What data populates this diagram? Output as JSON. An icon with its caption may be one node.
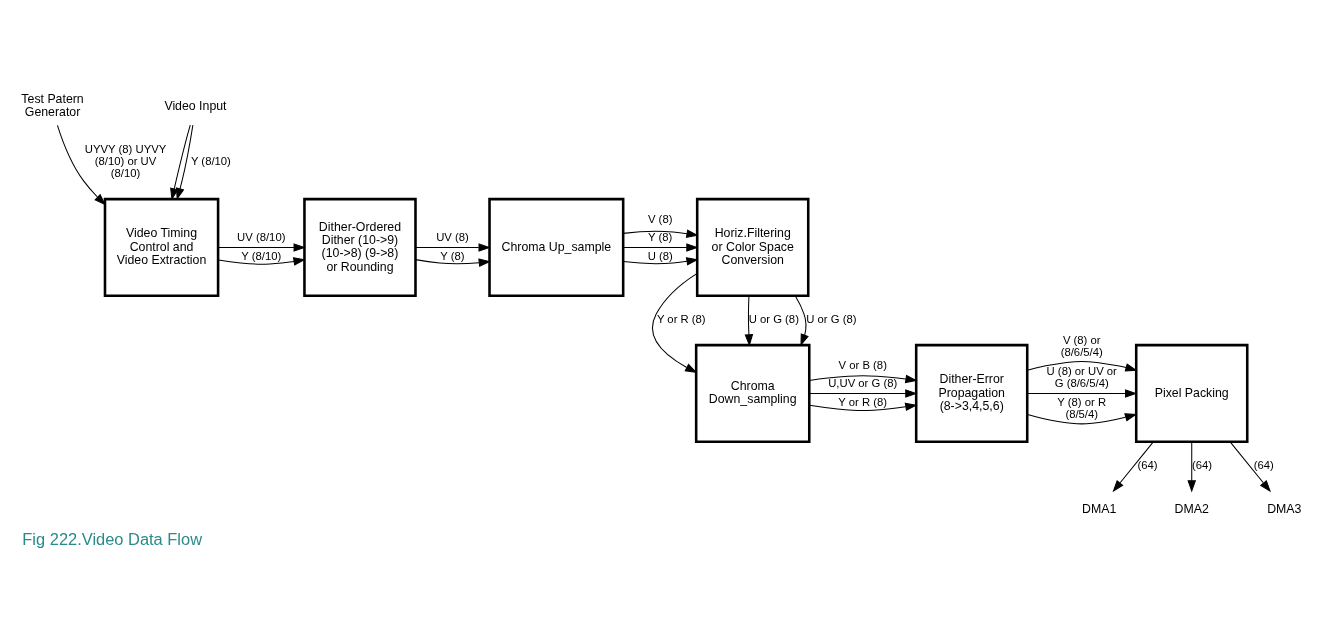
{
  "diagram": {
    "caption": "Fig 222.Video Data Flow",
    "nodes": [
      {
        "text": [
          "Test Patern Generator"
        ]
      },
      {
        "text": [
          "Video Input"
        ]
      },
      {
        "text": [
          "Video Timing Control and Video Extraction"
        ]
      },
      {
        "text": [
          "Dither-Ordered Dither (10->9) (10->8) (9->8) or Rounding"
        ]
      },
      {
        "text": [
          "Chroma Up_sample"
        ]
      },
      {
        "text": [
          "Horiz.Filtering or Color Space Conversion"
        ]
      },
      {
        "text": [
          "Chroma Down_sampling"
        ]
      },
      {
        "text": [
          "Dither-Error Propagation (8->3,4,5,6)"
        ]
      },
      {
        "text": [
          "Pixel Packing"
        ]
      },
      {
        "text": [
          "DMA1"
        ]
      },
      {
        "text": [
          "DMA2"
        ]
      },
      {
        "text": [
          "DMA3"
        ]
      }
    ],
    "edges": [
      {
        "from": 0,
        "to": 2,
        "arrow": "to",
        "label": "UYVY (8) UYVY (8/10) or UV (8/10)"
      },
      {
        "from": 1,
        "to": 2,
        "arrow": "to"
      },
      {
        "from": 1,
        "to": 2,
        "arrow": "to",
        "label": "Y (8/10)"
      },
      {
        "from": 2,
        "to": 3,
        "arrow": "to",
        "label": "Y (8/10)"
      },
      {
        "from": 2,
        "to": 3,
        "arrow": "to",
        "label": "UV (8/10)"
      },
      {
        "from": 3,
        "to": 4,
        "arrow": "to",
        "label": "Y (8)"
      },
      {
        "from": 3,
        "to": 4,
        "arrow": "to",
        "label": "UV (8)"
      },
      {
        "from": 4,
        "to": 5,
        "arrow": "to",
        "label": "Y (8)"
      },
      {
        "from": 4,
        "to": 5,
        "arrow": "to",
        "label": "U (8)"
      },
      {
        "from": 4,
        "to": 5,
        "arrow": "to",
        "label": "V (8)"
      },
      {
        "from": 5,
        "to": 6,
        "arrow": "to",
        "label": "Y or R (8)"
      },
      {
        "from": 5,
        "to": 6,
        "arrow": "to",
        "label": "U or G (8)"
      },
      {
        "from": 5,
        "to": 6,
        "arrow": "to",
        "label": "U or G (8)"
      },
      {
        "from": 6,
        "to": 7,
        "arrow": "to",
        "label": "Y or R (8)"
      },
      {
        "from": 6,
        "to": 7,
        "arrow": "to",
        "label": "U,UV or G (8)"
      },
      {
        "from": 6,
        "to": 7,
        "arrow": "to",
        "label": "V or B (8)"
      },
      {
        "from": 7,
        "to": 8,
        "arrow": "to",
        "label": "Y (8) or R (8/5/4)"
      },
      {
        "from": 7,
        "to": 8,
        "arrow": "to",
        "label": "U (8) or UV or G (8/6/5/4)"
      },
      {
        "from": 7,
        "to": 8,
        "arrow": "to",
        "label": "V (8) or (8/6/5/4)"
      },
      {
        "from": 8,
        "to": 9,
        "arrow": "to",
        "label": "(64)"
      },
      {
        "from": 8,
        "to": 10,
        "arrow": "to",
        "label": "(64)"
      },
      {
        "from": 8,
        "to": 11,
        "arrow": "to",
        "label": "(64)"
      }
    ]
  }
}
